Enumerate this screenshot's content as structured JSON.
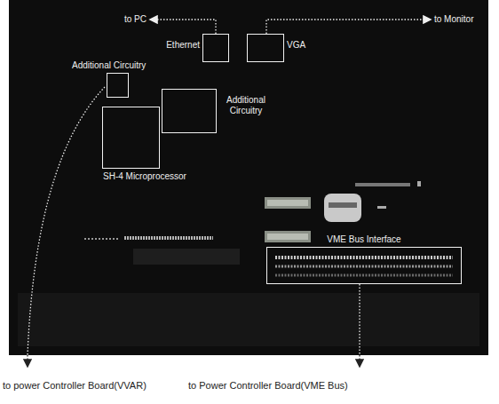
{
  "diagram": {
    "nodes": [
      {
        "text": [
          "Ethernet"
        ]
      },
      {
        "text": [
          "VGA"
        ]
      },
      {
        "text": [
          "Additional Circuitry"
        ]
      },
      {
        "text": [
          "Additional Circuitry"
        ]
      },
      {
        "text": [
          "SH-4 Microprocessor"
        ]
      },
      {
        "text": [
          "VME Bus Interface"
        ]
      }
    ],
    "labels": [
      "to PC",
      "to Monitor",
      "to power Controller Board(VVAR)",
      "to Power Controller Board(VME Bus)"
    ]
  }
}
